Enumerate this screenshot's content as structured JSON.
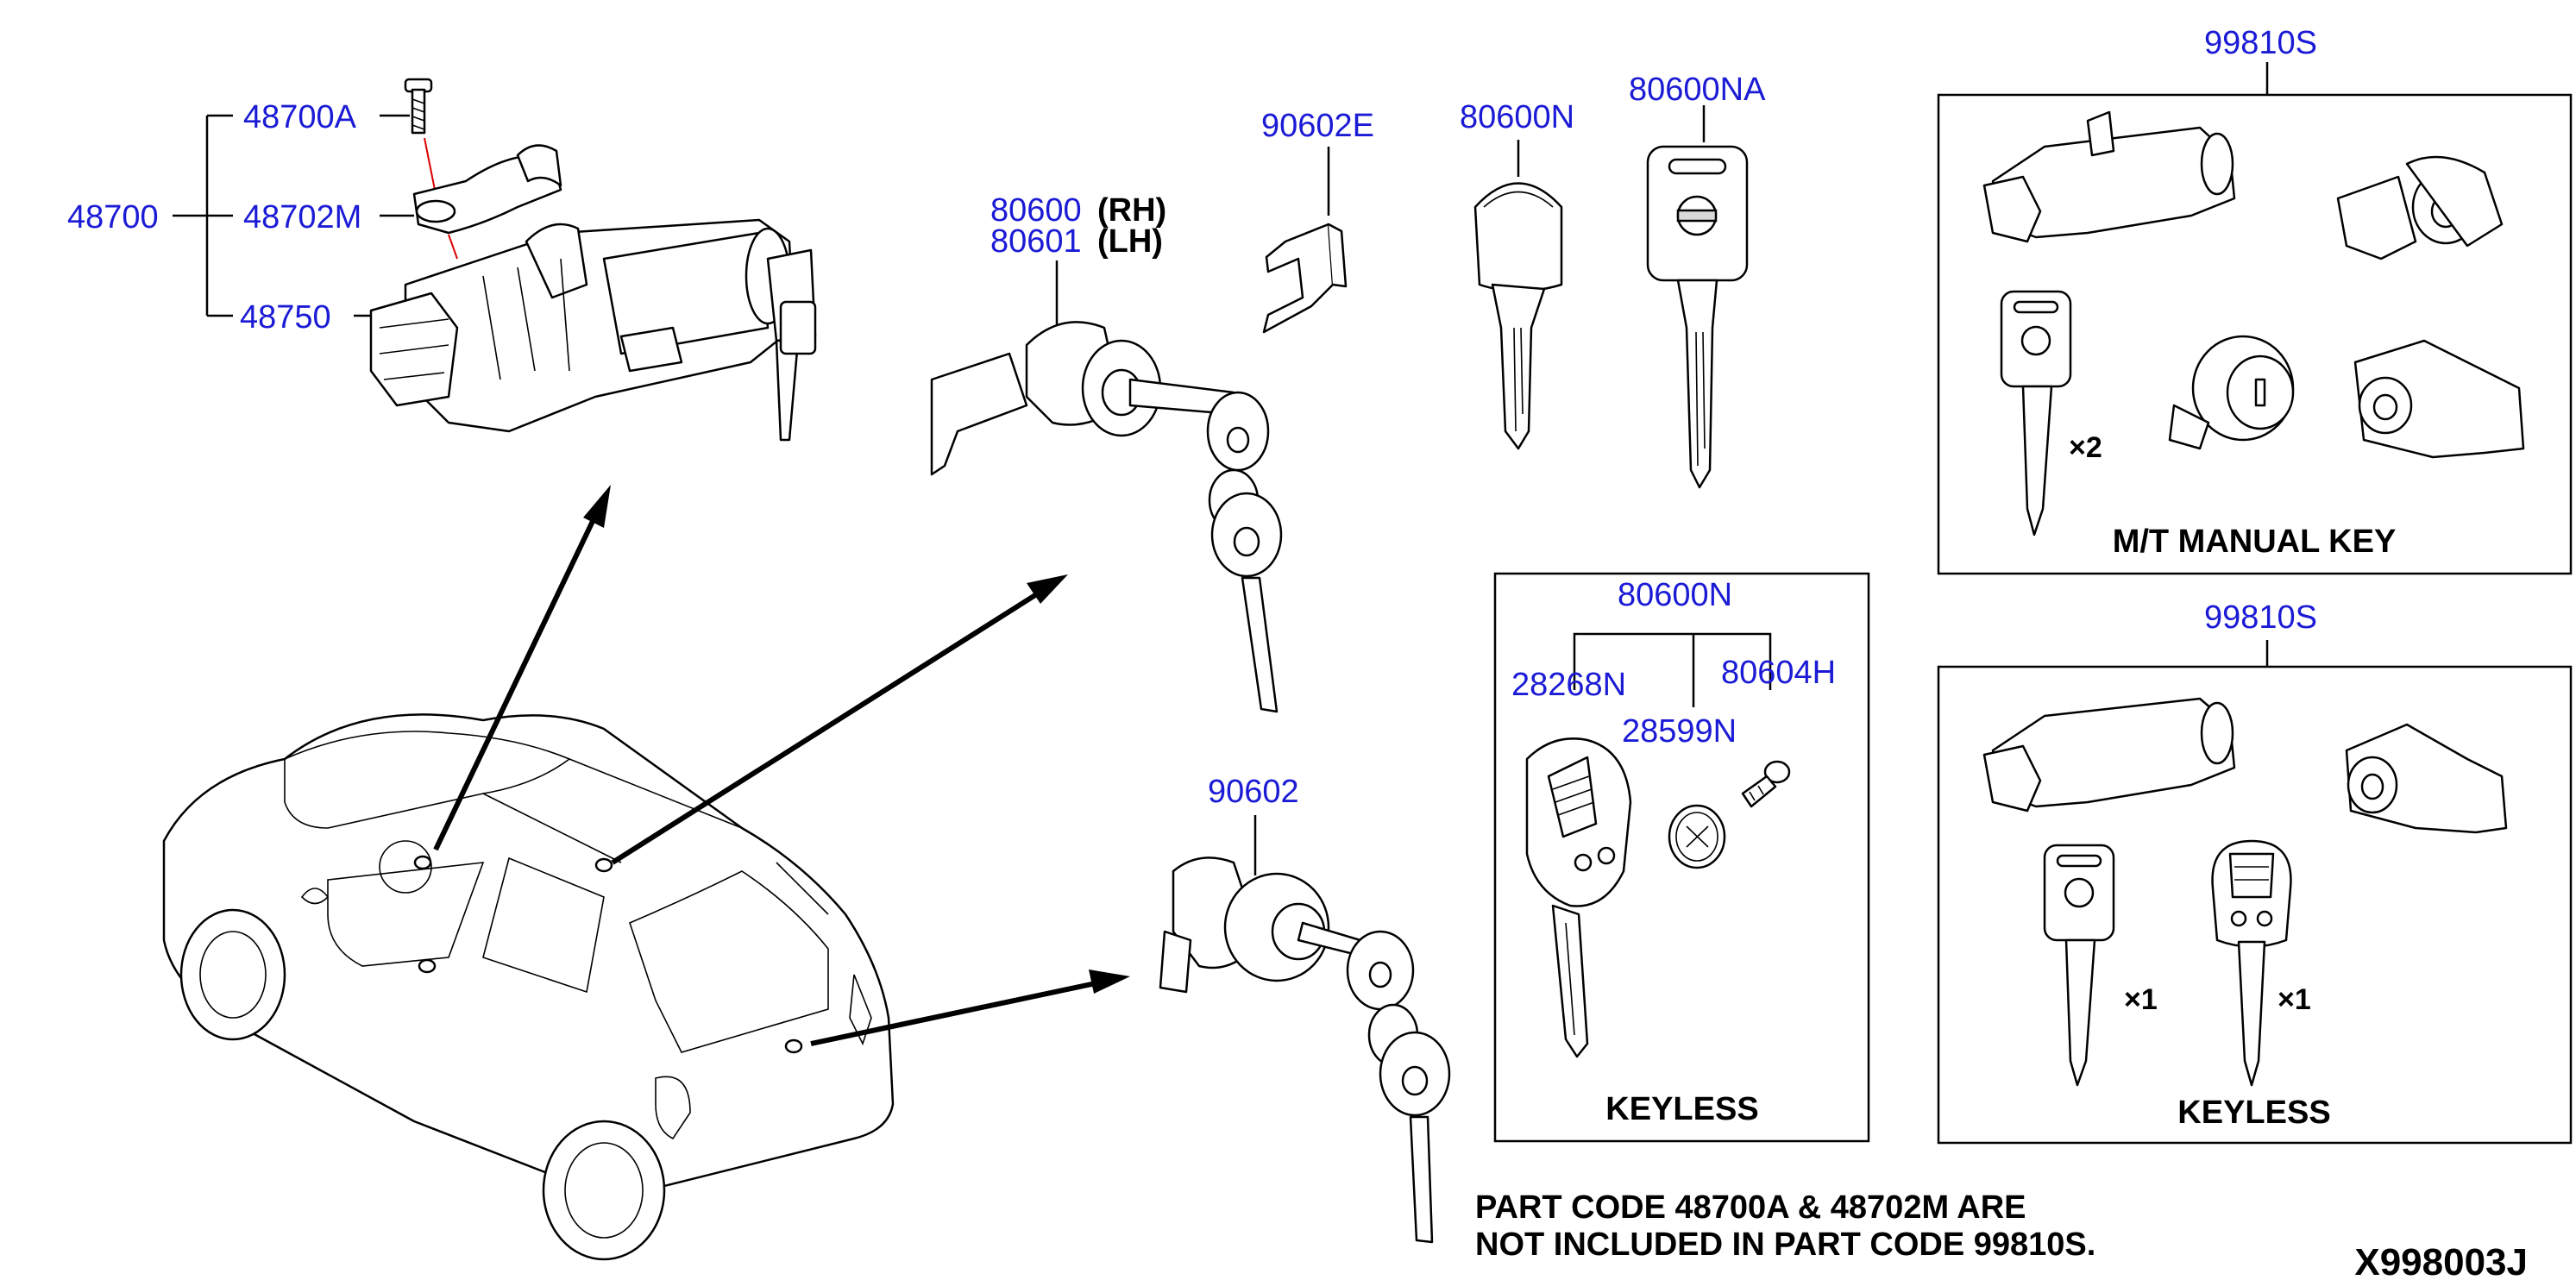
{
  "colors": {
    "callout": "#1b1bd6",
    "ink": "#000000",
    "background": "#ffffff"
  },
  "labels": {
    "p48700": "48700",
    "p48700A": "48700A",
    "p48702M": "48702M",
    "p48750": "48750",
    "p80600": "80600",
    "p80601": "80601",
    "rh": "(RH)",
    "lh": "(LH)",
    "p90602E": "90602E",
    "p90602": "90602",
    "p80600N_key": "80600N",
    "p80600NA": "80600NA",
    "p99810S_top": "99810S",
    "p99810S_bottom": "99810S",
    "p80600N_keyless": "80600N",
    "p28268N": "28268N",
    "p28599N": "28599N",
    "p80604H": "80604H"
  },
  "boxes": {
    "mt_caption": "M/T MANUAL KEY",
    "keyless_caption": "KEYLESS",
    "kit_keyless_caption": "KEYLESS",
    "qty_x2": "×2",
    "qty_x1_a": "×1",
    "qty_x1_b": "×1"
  },
  "notes": {
    "line1": "PART CODE 48700A & 48702M ARE",
    "line2": "NOT INCLUDED IN PART CODE 99810S.",
    "diagram_id": "X998003J"
  }
}
